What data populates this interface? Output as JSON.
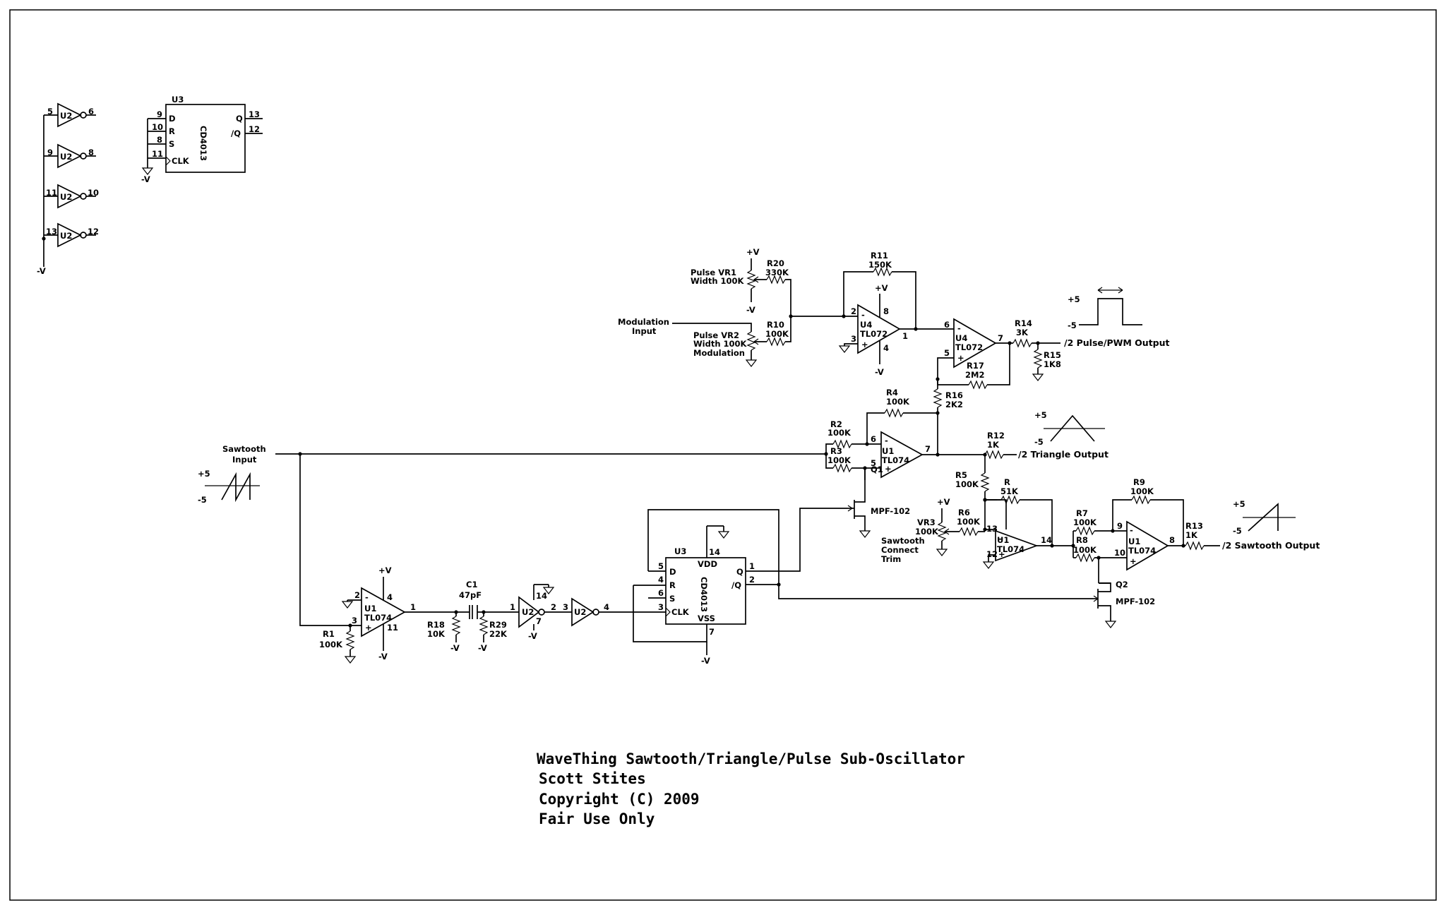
{
  "title_block": {
    "line1": "WaveThing Sawtooth/Triangle/Pulse Sub-Oscillator",
    "line2": "Scott Stites",
    "line3": "Copyright (C) 2009",
    "line4": "Fair Use Only"
  },
  "supplies": {
    "pos": "+V",
    "neg": "-V",
    "p5": "+5",
    "m5": "-5"
  },
  "inverters": {
    "label": "U2",
    "gates": [
      {
        "in": "5",
        "out": "6"
      },
      {
        "in": "9",
        "out": "8"
      },
      {
        "in": "11",
        "out": "10"
      },
      {
        "in": "13",
        "out": "12"
      }
    ]
  },
  "spare_ff": {
    "ref": "U3",
    "part": "CD4013",
    "pins": {
      "d": "9",
      "r": "10",
      "s": "8",
      "clk": "11",
      "q": "13",
      "nq": "12"
    },
    "labels": {
      "d": "D",
      "r": "R",
      "s": "S",
      "clk": "CLK",
      "q": "Q",
      "nq": "/Q"
    }
  },
  "inputs": {
    "sawtooth_l1": "Sawtooth",
    "sawtooth_l2": "Input",
    "mod_l1": "Modulation",
    "mod_l2": "Input"
  },
  "outputs": {
    "pulse": "/2 Pulse/PWM Output",
    "triangle": "/2 Triangle Output",
    "sawtooth": "/2 Sawtooth Output"
  },
  "pots": {
    "vr1_l1": "Pulse  VR1",
    "vr1_l2": "Width 100K",
    "vr2_l1": "Pulse VR2",
    "vr2_l2": "Width 100K",
    "vr2_l3": "Modulation",
    "vr3_l1": "VR3",
    "vr3_l2": "100K",
    "trim_l1": "Sawtooth",
    "trim_l2": "Connect",
    "trim_l3": "Trim"
  },
  "resistors": {
    "R1": [
      "R1",
      "100K"
    ],
    "R2": [
      "R2",
      "100K"
    ],
    "R3": [
      "R3",
      "100K"
    ],
    "R4": [
      "R4",
      "100K"
    ],
    "R5": [
      "R5",
      "100K"
    ],
    "R6": [
      "R6",
      "100K"
    ],
    "R7": [
      "R7",
      "100K"
    ],
    "R8": [
      "R8",
      "100K"
    ],
    "R9": [
      "R9",
      "100K"
    ],
    "R10": [
      "R10",
      "100K"
    ],
    "R11": [
      "R11",
      "150K"
    ],
    "R12": [
      "R12",
      "1K"
    ],
    "R13": [
      "R13",
      "1K"
    ],
    "R14": [
      "R14",
      "3K"
    ],
    "R15": [
      "R15",
      "1K8"
    ],
    "R16": [
      "R16",
      "2K2"
    ],
    "R17": [
      "R17",
      "2M2"
    ],
    "R18": [
      "R18",
      "10K"
    ],
    "R20": [
      "R20",
      "330K"
    ],
    "R29": [
      "R29",
      "22K"
    ],
    "R": [
      "R",
      "51K"
    ]
  },
  "capacitor": {
    "ref": "C1",
    "value": "47pF"
  },
  "transistors": {
    "q1": {
      "ref": "Q1",
      "part": "MPF-102"
    },
    "q2": {
      "ref": "Q2",
      "part": "MPF-102"
    }
  },
  "opamps": {
    "u1_ref": "U1",
    "u1_part": "TL074",
    "u4_ref": "U4",
    "u4_part": "TL072",
    "minus": "-",
    "plus": "+"
  },
  "main_ff": {
    "ref": "U3",
    "part": "CD4013",
    "labels": {
      "vdd": "VDD",
      "vss": "VSS",
      "d": "D",
      "r": "R",
      "s": "S",
      "clk": "CLK",
      "q": "Q",
      "nq": "/Q"
    }
  },
  "pins": {
    "n1": "1",
    "n2": "2",
    "n3": "3",
    "n4": "4",
    "n5": "5",
    "n6": "6",
    "n7": "7",
    "n8": "8",
    "n9": "9",
    "n10": "10",
    "n11": "11",
    "n12": "12",
    "n13": "13",
    "n14": "14"
  }
}
